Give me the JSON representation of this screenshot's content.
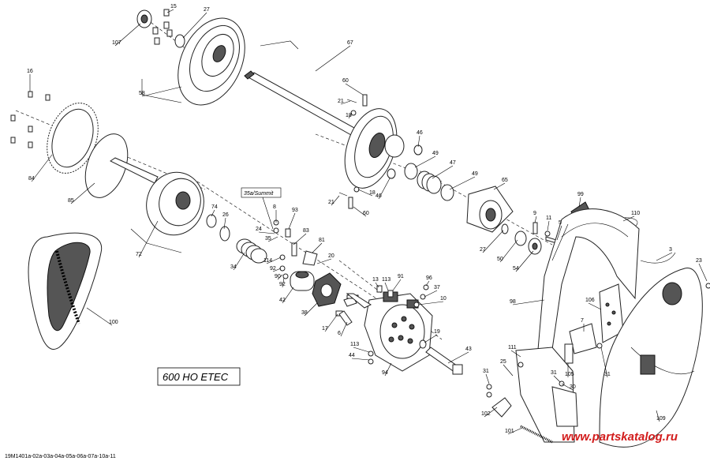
{
  "model_label": "600 HO ETEC",
  "summit_label": "35a/Summit",
  "drawing_code": "19M1401a-02a-03a-04a-05a-06a-07a-10a-11",
  "watermark": "www.partskatalog.ru",
  "callouts": [
    {
      "id": "c15",
      "text": "15"
    },
    {
      "id": "c27a",
      "text": "27"
    },
    {
      "id": "c107",
      "text": "107"
    },
    {
      "id": "c67",
      "text": "67"
    },
    {
      "id": "c16",
      "text": "16"
    },
    {
      "id": "c58",
      "text": "58"
    },
    {
      "id": "c60a",
      "text": "60"
    },
    {
      "id": "c21a",
      "text": "21"
    },
    {
      "id": "c18a",
      "text": "18"
    },
    {
      "id": "c46a",
      "text": "46"
    },
    {
      "id": "c49a",
      "text": "49"
    },
    {
      "id": "c47",
      "text": "47"
    },
    {
      "id": "c49b",
      "text": "49"
    },
    {
      "id": "c84",
      "text": "84"
    },
    {
      "id": "c85",
      "text": "85"
    },
    {
      "id": "c46b",
      "text": "46"
    },
    {
      "id": "c18b",
      "text": "18"
    },
    {
      "id": "c21b",
      "text": "21"
    },
    {
      "id": "c60b",
      "text": "60"
    },
    {
      "id": "c65",
      "text": "65"
    },
    {
      "id": "c99",
      "text": "99"
    },
    {
      "id": "c110",
      "text": "110"
    },
    {
      "id": "c74",
      "text": "74"
    },
    {
      "id": "c26",
      "text": "26"
    },
    {
      "id": "c8",
      "text": "8"
    },
    {
      "id": "c93",
      "text": "93"
    },
    {
      "id": "c9",
      "text": "9"
    },
    {
      "id": "c11",
      "text": "11"
    },
    {
      "id": "c5",
      "text": "5"
    },
    {
      "id": "c3",
      "text": "3"
    },
    {
      "id": "c24",
      "text": "24"
    },
    {
      "id": "c35",
      "text": "35"
    },
    {
      "id": "c83",
      "text": "83"
    },
    {
      "id": "c81",
      "text": "81"
    },
    {
      "id": "c72",
      "text": "72"
    },
    {
      "id": "c34",
      "text": "34"
    },
    {
      "id": "c114",
      "text": "114"
    },
    {
      "id": "c20",
      "text": "20"
    },
    {
      "id": "c92a",
      "text": "92"
    },
    {
      "id": "c90",
      "text": "90"
    },
    {
      "id": "c92b",
      "text": "92"
    },
    {
      "id": "c27b",
      "text": "27"
    },
    {
      "id": "c50",
      "text": "50"
    },
    {
      "id": "c54",
      "text": "54"
    },
    {
      "id": "c23",
      "text": "23"
    },
    {
      "id": "c13",
      "text": "13"
    },
    {
      "id": "c113a",
      "text": "113"
    },
    {
      "id": "c91",
      "text": "91"
    },
    {
      "id": "c96",
      "text": "96"
    },
    {
      "id": "c37",
      "text": "37"
    },
    {
      "id": "c42",
      "text": "42"
    },
    {
      "id": "c10",
      "text": "10"
    },
    {
      "id": "c38",
      "text": "38"
    },
    {
      "id": "c98",
      "text": "98"
    },
    {
      "id": "c106",
      "text": "106"
    },
    {
      "id": "c7",
      "text": "7"
    },
    {
      "id": "c17",
      "text": "17"
    },
    {
      "id": "c6",
      "text": "6"
    },
    {
      "id": "c100",
      "text": "100"
    },
    {
      "id": "c19",
      "text": "19"
    },
    {
      "id": "c113b",
      "text": "113"
    },
    {
      "id": "c111",
      "text": "111"
    },
    {
      "id": "c43",
      "text": "43"
    },
    {
      "id": "c94",
      "text": "94"
    },
    {
      "id": "c105",
      "text": "105"
    },
    {
      "id": "c31a",
      "text": "31"
    },
    {
      "id": "c44",
      "text": "44"
    },
    {
      "id": "c25",
      "text": "25"
    },
    {
      "id": "c31b",
      "text": "31"
    },
    {
      "id": "c31c",
      "text": "31"
    },
    {
      "id": "c30",
      "text": "30"
    },
    {
      "id": "c102",
      "text": "102"
    },
    {
      "id": "c109",
      "text": "109"
    },
    {
      "id": "c101",
      "text": "101"
    }
  ]
}
